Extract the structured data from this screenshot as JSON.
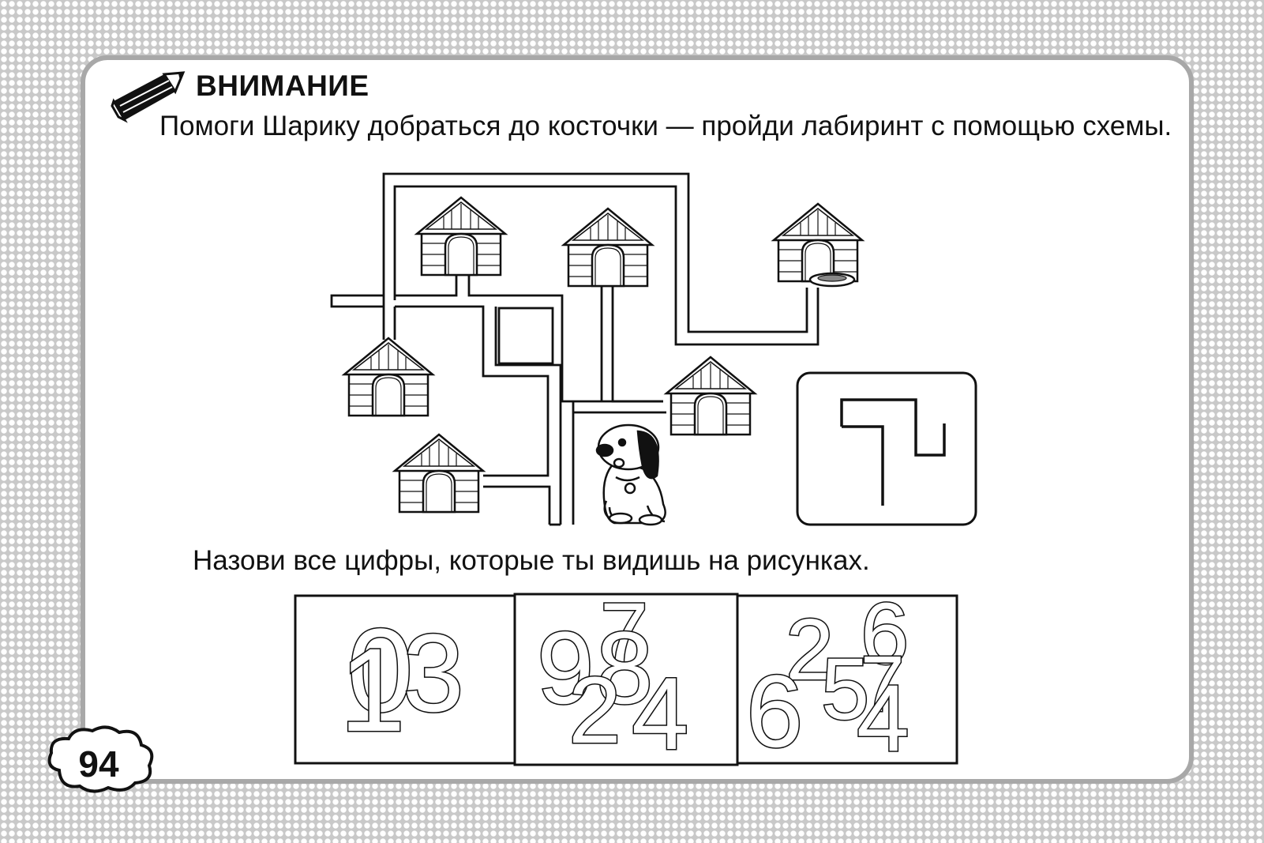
{
  "header": {
    "title": "ВНИМАНИЕ",
    "icon": "pencil-icon"
  },
  "task1": {
    "text": "Помоги Шарику добраться до косточки — пройди лабиринт с помощью схемы."
  },
  "task2": {
    "text": "Назови все цифры, которые ты видишь на рисунках."
  },
  "panels": [
    {
      "digits": [
        "0",
        "1",
        "3"
      ]
    },
    {
      "digits": [
        "9",
        "7",
        "8",
        "2",
        "4"
      ]
    },
    {
      "digits": [
        "2",
        "6",
        "5",
        "7",
        "6",
        "4"
      ]
    }
  ],
  "page": {
    "number": "94"
  }
}
